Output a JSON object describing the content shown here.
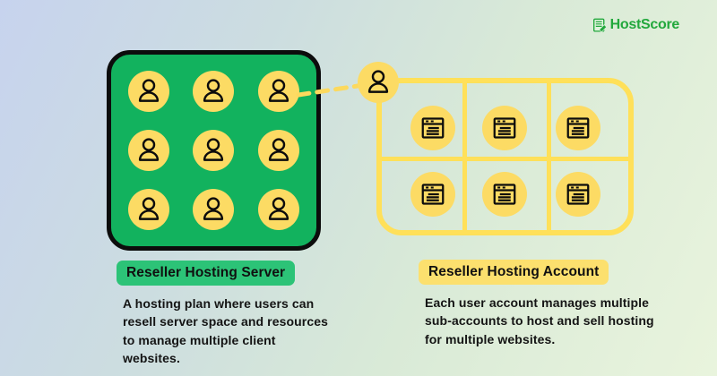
{
  "logo": {
    "text": "HostScore"
  },
  "server_section": {
    "label": "Reseller Hosting Server",
    "description": "A hosting plan where users can\nresell server space and resources\nto manage multiple client\nwebsites.",
    "user_icon_count": 9
  },
  "account_section": {
    "label": "Reseller Hosting Account",
    "description": "Each user account manages multiple\nsub-accounts to host and sell hosting\nfor multiple websites.",
    "website_icon_count": 6
  },
  "colors": {
    "server_box": "#12b25e",
    "server_label_bg": "#2cc377",
    "account_grid": "#ffe059",
    "account_label_bg": "#fce06e",
    "icon_circle": "#fcdb64",
    "connector": "#fcd95d",
    "logo_green": "#22a83c",
    "text": "#141414"
  }
}
